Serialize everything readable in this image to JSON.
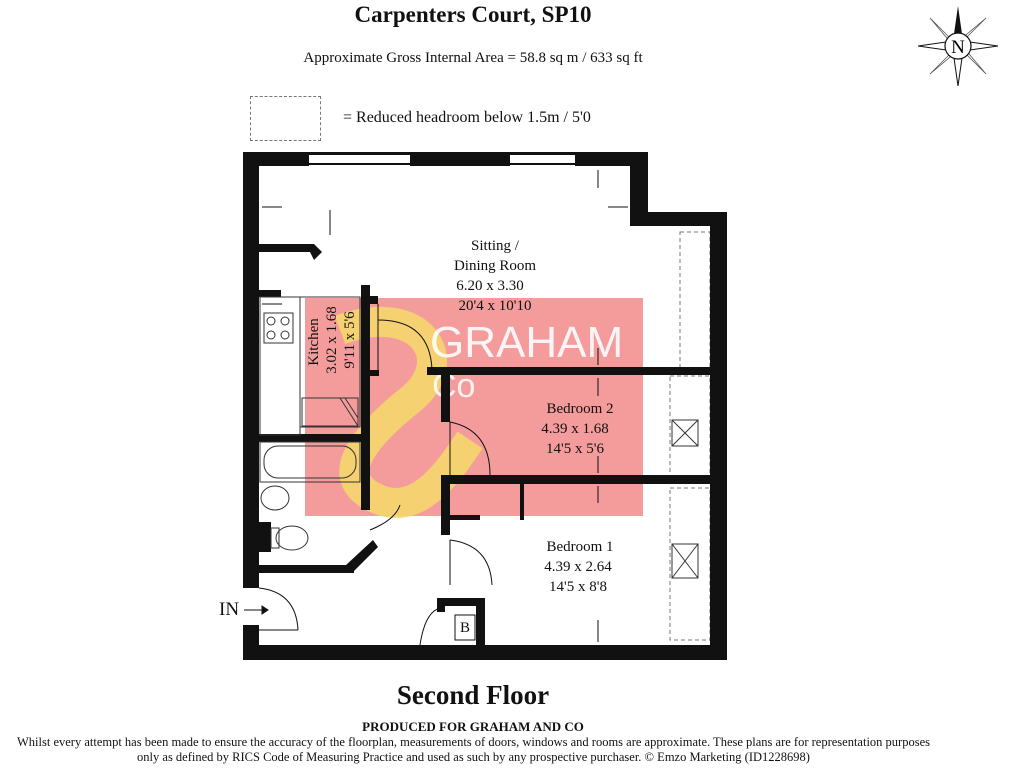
{
  "header": {
    "title": "Carpenters Court, SP10",
    "area": "Approximate Gross Internal Area = 58.8 sq m / 633 sq ft",
    "legend": "=   Reduced headroom below 1.5m / 5'0"
  },
  "compass": {
    "letter": "N"
  },
  "watermark": {
    "text_top": "GRAHAM",
    "text_bottom": "Co"
  },
  "rooms": {
    "sitting": {
      "line1": "Sitting /",
      "line2": "Dining Room",
      "metric": "6.20 x 3.30",
      "imperial": "20'4 x 10'10"
    },
    "kitchen": {
      "name": "Kitchen",
      "metric": "3.02 x 1.68",
      "imperial": "9'11 x 5'6"
    },
    "bedroom2": {
      "name": "Bedroom 2",
      "metric": "4.39 x 1.68",
      "imperial": "14'5 x 5'6"
    },
    "bedroom1": {
      "name": "Bedroom 1",
      "metric": "4.39 x 2.64",
      "imperial": "14'5 x 8'8"
    },
    "boiler": "B"
  },
  "entrance": "IN",
  "footer": {
    "floor": "Second Floor",
    "produced": "PRODUCED FOR GRAHAM AND CO",
    "disclaimer": "Whilst every attempt has been made to ensure the accuracy of the floorplan, measurements of doors, windows and rooms are approximate. These plans are for representation purposes only as defined by RICS Code of Measuring Practice and used as such by any prospective purchaser. © Emzo Marketing (ID1228698)"
  },
  "colors": {
    "wall": "#111111",
    "watermark_pink": "#f28b8b",
    "watermark_yellow": "#f5d76e"
  }
}
